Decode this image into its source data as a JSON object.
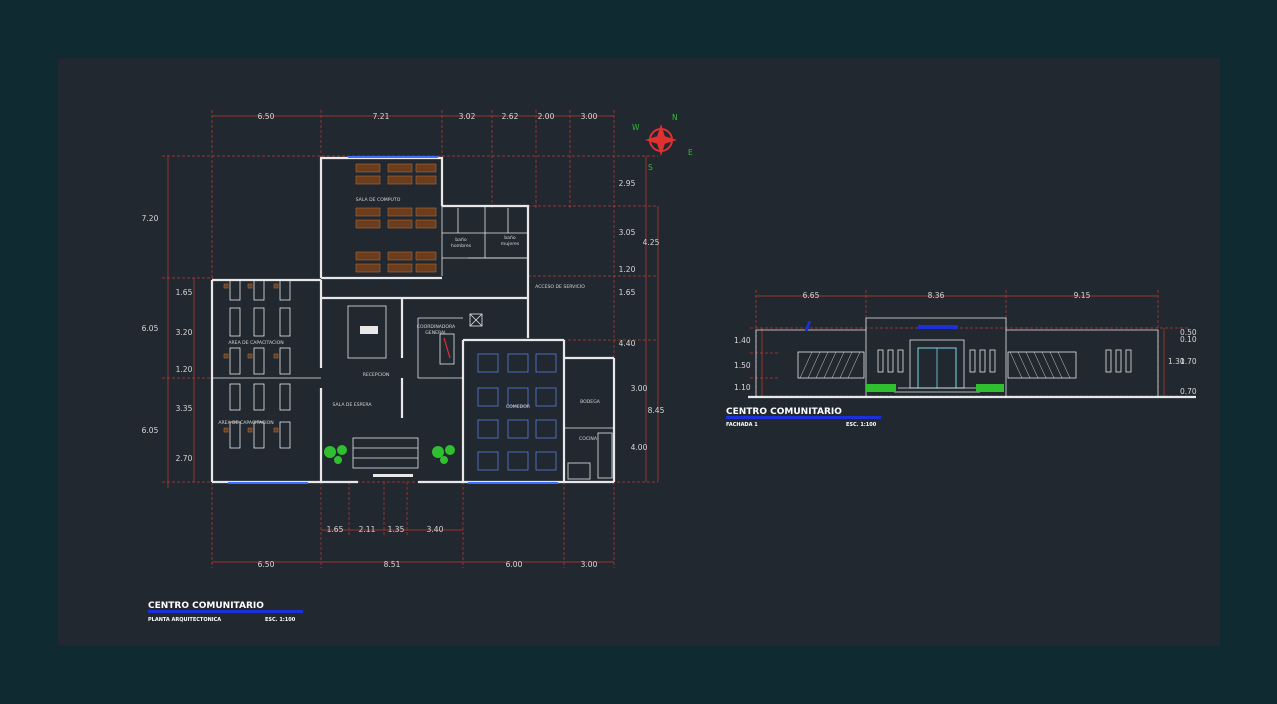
{
  "plan": {
    "top_dims": [
      "6.50",
      "7.21",
      "3.02",
      "2.62",
      "2.00",
      "3.00"
    ],
    "bottom_dims": [
      "6.50",
      "8.51",
      "6.00",
      "3.00"
    ],
    "bottom_sub_dims": [
      "1.65",
      "2.11",
      "1.35",
      "3.40"
    ],
    "left_outer_dims": [
      "7.20",
      "6.05",
      "6.05"
    ],
    "left_inner_dims": [
      "1.65",
      "3.20",
      "1.20",
      "3.35",
      "2.70"
    ],
    "right_inner_dims": [
      "2.95",
      "3.05",
      "1.20",
      "1.65",
      "4.40",
      "3.00",
      "4.00"
    ],
    "right_outer_dims": [
      "4.25",
      "8.45"
    ],
    "rooms": {
      "computo": "SALA DE COMPUTO",
      "bano_h": [
        "baño",
        "hombres"
      ],
      "bano_m": [
        "baño",
        "mujeres"
      ],
      "acceso": "ACCESO DE SERVICIO",
      "capacitacion_1": "AREA DE CAPACITACION",
      "capacitacion_2": "AREA DE CAPACITACION",
      "coordinadora": [
        "COORDINADORA",
        "GENERAL"
      ],
      "recepcion": "RECEPCION",
      "espera": "SALA DE ESPERA",
      "comedor": "COMEDOR",
      "bodega": "BODEGA",
      "cocina": "COCINA"
    },
    "compass": [
      "N",
      "E",
      "S",
      "W"
    ],
    "title": "CENTRO COMUNITARIO",
    "subtitle": "PLANTA ARQUITECTONICA",
    "scale": "ESC. 1:100"
  },
  "elevation": {
    "top_dims": [
      "6.65",
      "8.36",
      "9.15"
    ],
    "left_dims": [
      "1.40",
      "1.50",
      "1.10"
    ],
    "right_dims": [
      "0.50",
      "0.10",
      "1.30",
      "1.70",
      "0.70"
    ],
    "title": "CENTRO COMUNITARIO",
    "subtitle": "FACHADA 1",
    "scale": "ESC. 1:100"
  },
  "colors": {
    "background": "#0f2a31",
    "canvas": "#212830",
    "dims": "#c0392b",
    "walls": "#e8e8e8",
    "accent": "#1d2fd9",
    "plants": "#2fbf2f"
  }
}
